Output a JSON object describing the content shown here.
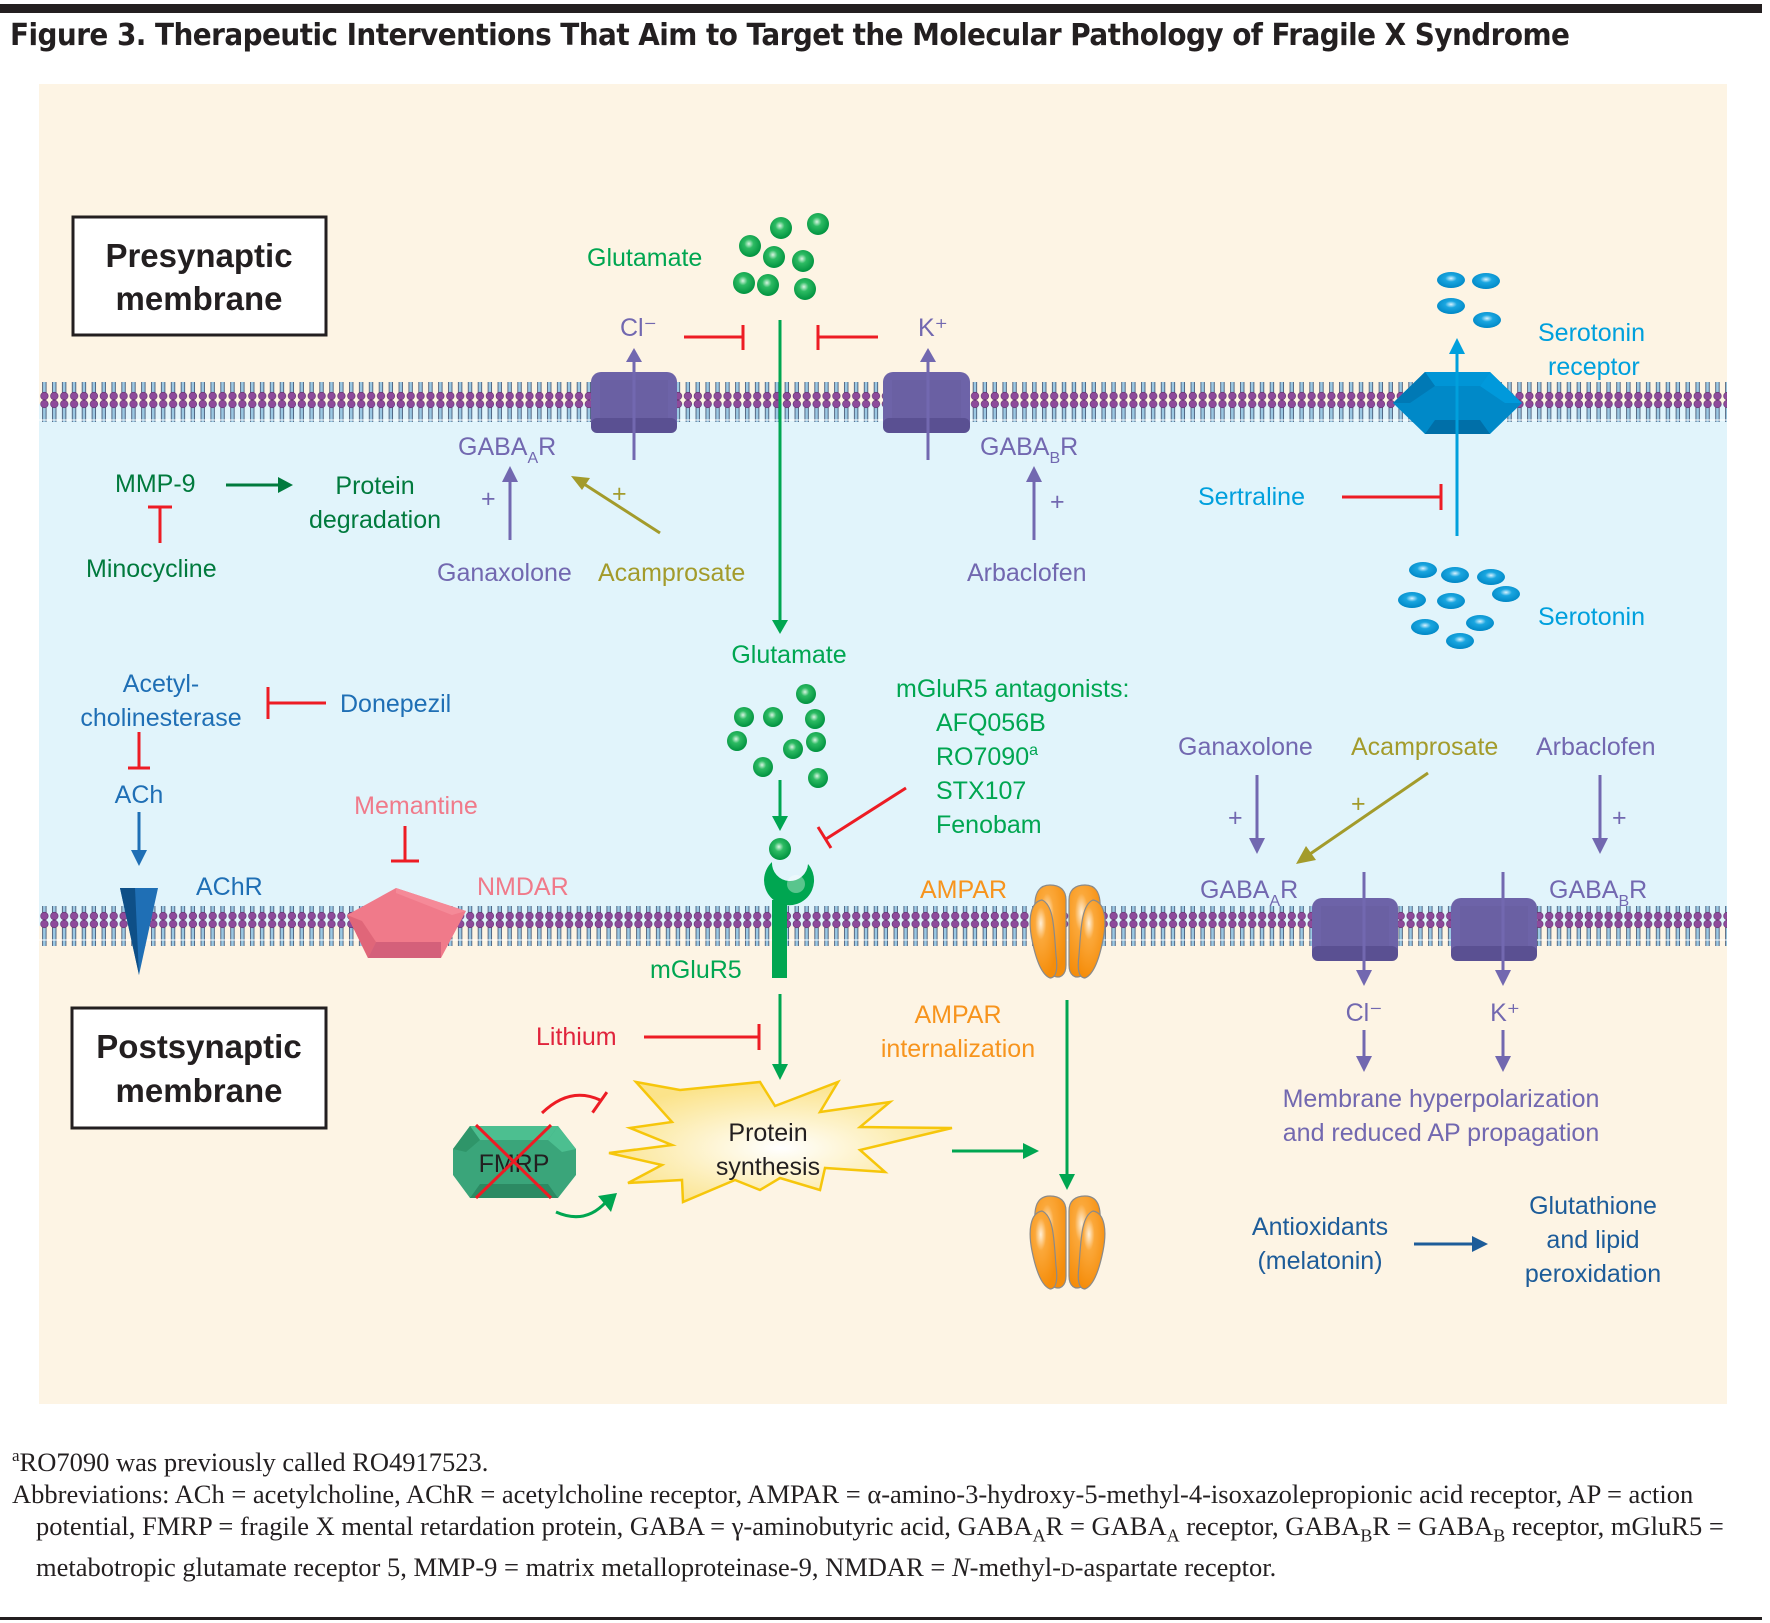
{
  "figure": {
    "title": "Figure 3. Therapeutic Interventions That Aim to Target the Molecular Pathology of Fragile X Syndrome"
  },
  "colors": {
    "extracellular_bg": "#fdf4e4",
    "intracellular_bg": "#e1f4fb",
    "glutamate_green": "#00a651",
    "dark_green": "#007a3d",
    "gaba_purple": "#7268b0",
    "acamprosate_olive": "#a39b2b",
    "serotonin_blue": "#00a0dd",
    "ach_blue": "#1f6fb5",
    "nmdar_pink": "#f07a8a",
    "ampar_orange": "#f7941d",
    "inhibit_red": "#ed1c24",
    "lithium_red": "#e0243c",
    "antioxidant_blue": "#1d5c99"
  },
  "labels": {
    "presynaptic_box": [
      "Presynaptic",
      "membrane"
    ],
    "postsynaptic_box": [
      "Postsynaptic",
      "membrane"
    ],
    "glutamate_top": "Glutamate",
    "glutamate_mid": "Glutamate",
    "cl_top": "Cl⁻",
    "k_top": "K⁺",
    "gabaa_top": "GABA",
    "gabaa_top_sub": "A",
    "gabab_top": "GABA",
    "gabab_top_sub": "B",
    "r": "R",
    "plus": "+",
    "mmp9": "MMP-9",
    "protein_degradation": [
      "Protein",
      "degradation"
    ],
    "minocycline": "Minocycline",
    "ganaxolone_top": "Ganaxolone",
    "acamprosate_top": "Acamprosate",
    "arbaclofen_top": "Arbaclofen",
    "serotonin_receptor": [
      "Serotonin",
      "receptor"
    ],
    "sertraline": "Sertraline",
    "serotonin": "Serotonin",
    "acetylcholinesterase": [
      "Acetyl-",
      "cholinesterase"
    ],
    "donepezil": "Donepezil",
    "ach": "ACh",
    "achr": "AChR",
    "memantine": "Memantine",
    "nmdar": "NMDAR",
    "mglur5_antagonists_title": "mGluR5 antagonists:",
    "mglur5_antagonists": [
      "AFQ056B",
      "RO7090",
      "STX107",
      "Fenobam"
    ],
    "ro7090_footnote_mark": "a",
    "mglur5": "mGluR5",
    "ampar": "AMPAR",
    "ganaxolone_bottom": "Ganaxolone",
    "acamprosate_bottom": "Acamprosate",
    "arbaclofen_bottom": "Arbaclofen",
    "cl_bottom": "Cl⁻",
    "k_bottom": "K⁺",
    "hyperpolarization": [
      "Membrane hyperpolarization",
      "and reduced AP propagation"
    ],
    "lithium": "Lithium",
    "protein_synthesis": [
      "Protein",
      "synthesis"
    ],
    "fmrp": "FMRP",
    "ampar_internalization": [
      "AMPAR",
      "internalization"
    ],
    "antioxidants": [
      "Antioxidants",
      "(melatonin)"
    ],
    "glutathione": [
      "Glutathione",
      "and lipid",
      "peroxidation"
    ]
  },
  "notes": {
    "footnote_mark": "a",
    "footnote": "RO7090 was previously called RO4917523.",
    "abbreviations": "Abbreviations: ACh = acetylcholine, AChR = acetylcholine receptor, AMPAR = α-amino-3-hydroxy-5-methyl-4-isoxazolepropionic acid receptor, AP = action potential, FMRP = fragile X mental retardation protein, GABA = γ-aminobutyric acid, GABA",
    "abbr_gabaar_a": "A",
    "abbr_gabaar_mid": "R = GABA",
    "abbr_gabaar_a2": "A",
    "abbr_gabaar_tail": " receptor, GABA",
    "abbr_gababr_b": "B",
    "abbr_gababr_mid": "R = GABA",
    "abbr_gababr_b2": "B",
    "abbr_rest": " receptor, mGluR5 = metabotropic glutamate receptor 5, MMP-9 = matrix metalloproteinase-9, NMDAR = ",
    "abbr_n": "N",
    "abbr_end": "-methyl-",
    "abbr_d": "d",
    "abbr_final": "-aspartate receptor."
  }
}
